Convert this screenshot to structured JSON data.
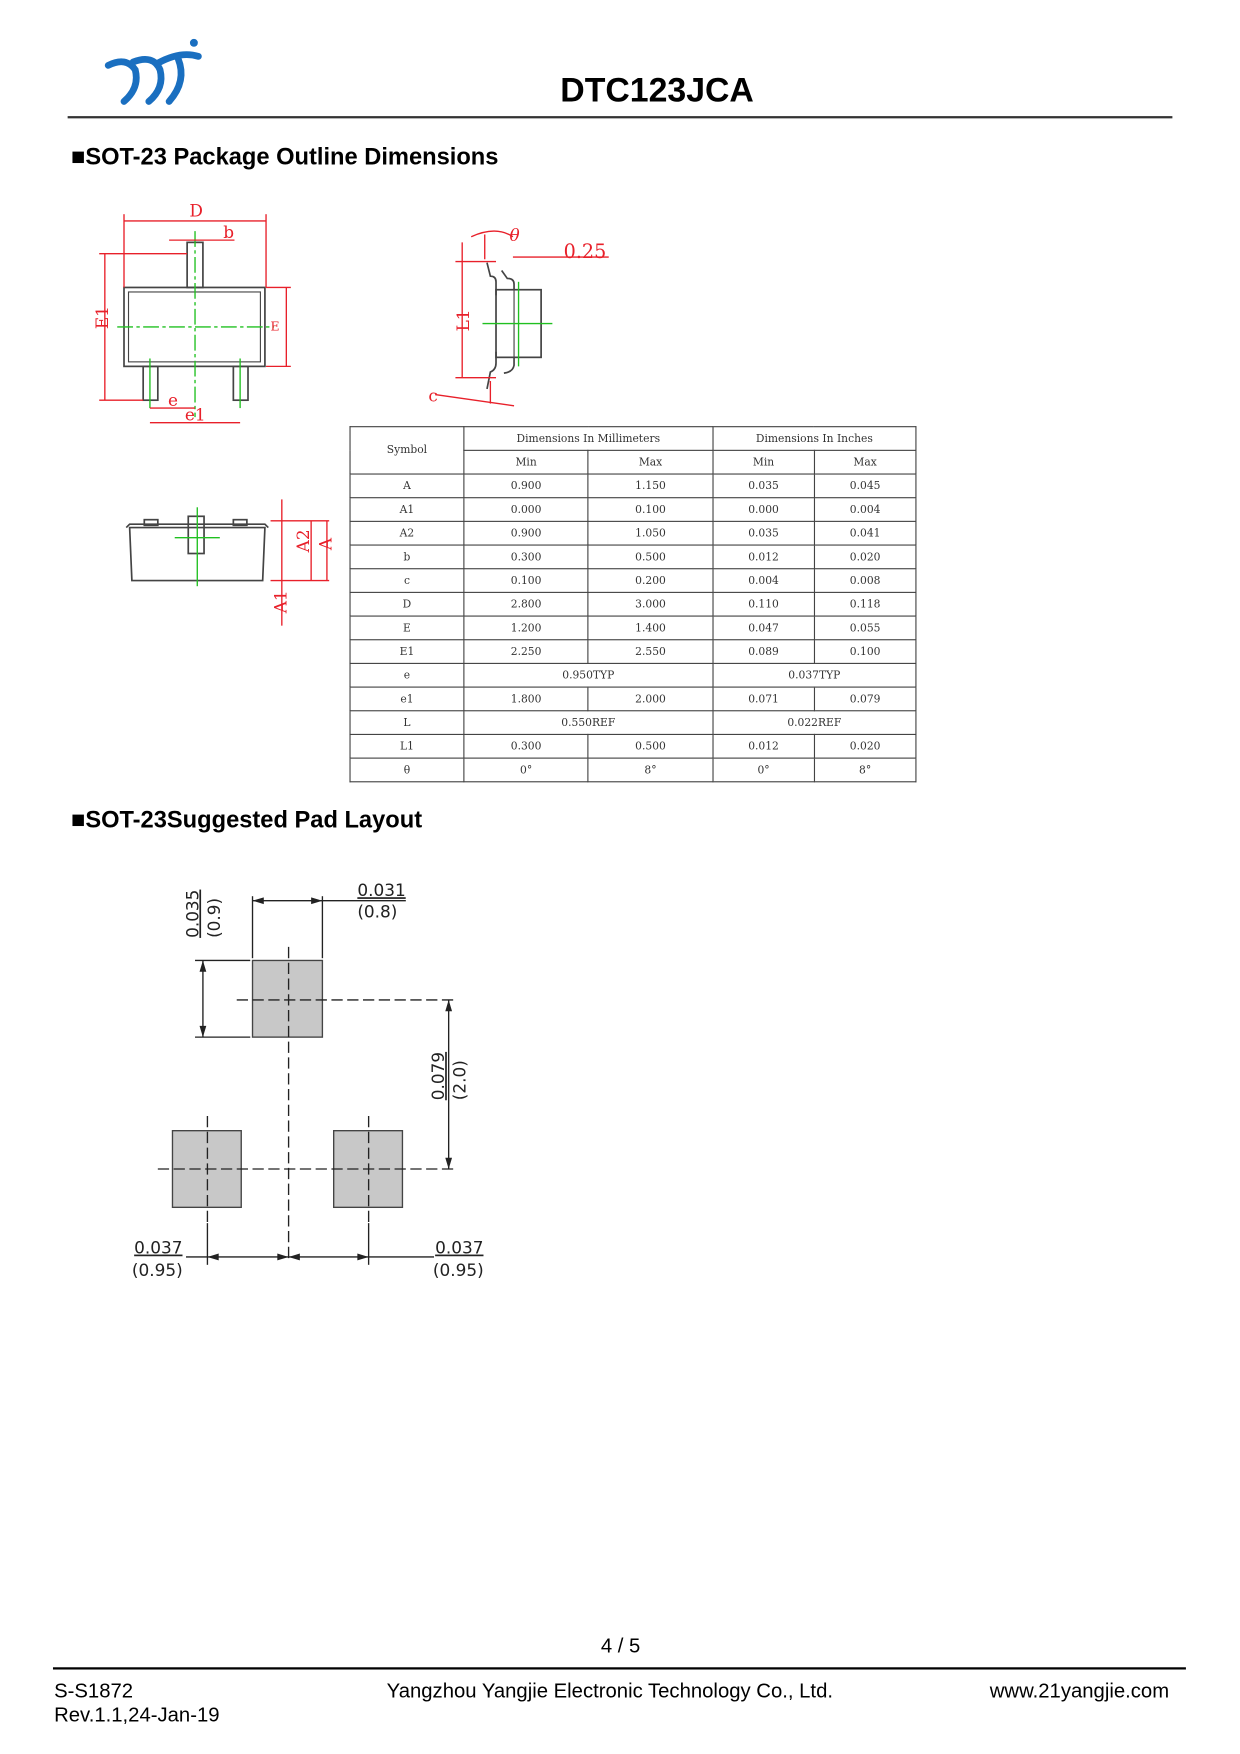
{
  "header": {
    "part_number": "DTC123JCA",
    "logo_color": "#1a6fc0"
  },
  "sections": {
    "outline_title": "■SOT-23 Package Outline Dimensions",
    "pad_title": "■SOT-23Suggested Pad Layout"
  },
  "outline_drawing": {
    "labels": {
      "D": "D",
      "b": "b",
      "E1": "E1",
      "E": "E",
      "e": "e",
      "e1": "e1",
      "theta": "θ",
      "angle_value": "0.25",
      "L1": "L1",
      "c": "c",
      "A2": "A2",
      "A": "A",
      "A1": "A1"
    },
    "colors": {
      "dimension": "#e8202a",
      "centerline": "#20c020"
    }
  },
  "dimensions_table": {
    "header": {
      "symbol": "Symbol",
      "mm": "Dimensions In Millimeters",
      "inches": "Dimensions In Inches",
      "min": "Min",
      "max": "Max"
    },
    "rows": [
      {
        "symbol": "A",
        "mm_min": "0.900",
        "mm_max": "1.150",
        "in_min": "0.035",
        "in_max": "0.045"
      },
      {
        "symbol": "A1",
        "mm_min": "0.000",
        "mm_max": "0.100",
        "in_min": "0.000",
        "in_max": "0.004"
      },
      {
        "symbol": "A2",
        "mm_min": "0.900",
        "mm_max": "1.050",
        "in_min": "0.035",
        "in_max": "0.041"
      },
      {
        "symbol": "b",
        "mm_min": "0.300",
        "mm_max": "0.500",
        "in_min": "0.012",
        "in_max": "0.020"
      },
      {
        "symbol": "c",
        "mm_min": "0.100",
        "mm_max": "0.200",
        "in_min": "0.004",
        "in_max": "0.008"
      },
      {
        "symbol": "D",
        "mm_min": "2.800",
        "mm_max": "3.000",
        "in_min": "0.110",
        "in_max": "0.118"
      },
      {
        "symbol": "E",
        "mm_min": "1.200",
        "mm_max": "1.400",
        "in_min": "0.047",
        "in_max": "0.055"
      },
      {
        "symbol": "E1",
        "mm_min": "2.250",
        "mm_max": "2.550",
        "in_min": "0.089",
        "in_max": "0.100"
      },
      {
        "symbol": "e",
        "mm_span": "0.950TYP",
        "in_span": "0.037TYP"
      },
      {
        "symbol": "e1",
        "mm_min": "1.800",
        "mm_max": "2.000",
        "in_min": "0.071",
        "in_max": "0.079"
      },
      {
        "symbol": "L",
        "mm_span": "0.550REF",
        "in_span": "0.022REF"
      },
      {
        "symbol": "L1",
        "mm_min": "0.300",
        "mm_max": "0.500",
        "in_min": "0.012",
        "in_max": "0.020"
      },
      {
        "symbol": "θ",
        "mm_min": "0°",
        "mm_max": "8°",
        "in_min": "0°",
        "in_max": "8°"
      }
    ]
  },
  "pad_layout": {
    "pad_height": {
      "in": "0.035",
      "mm": "(0.9)"
    },
    "pad_width": {
      "in": "0.031",
      "mm": "(0.8)"
    },
    "row_pitch": {
      "in": "0.079",
      "mm": "(2.0)"
    },
    "left_pitch": {
      "in": "0.037",
      "mm": "(0.95)"
    },
    "right_pitch": {
      "in": "0.037",
      "mm": "(0.95)"
    },
    "pad_color": "#c8c8c8"
  },
  "footer": {
    "page": "4 / 5",
    "doc_id": "S-S1872",
    "revision": "Rev.1.1,24-Jan-19",
    "company": "Yangzhou Yangjie Electronic Technology Co., Ltd.",
    "website": "www.21yangjie.com"
  }
}
